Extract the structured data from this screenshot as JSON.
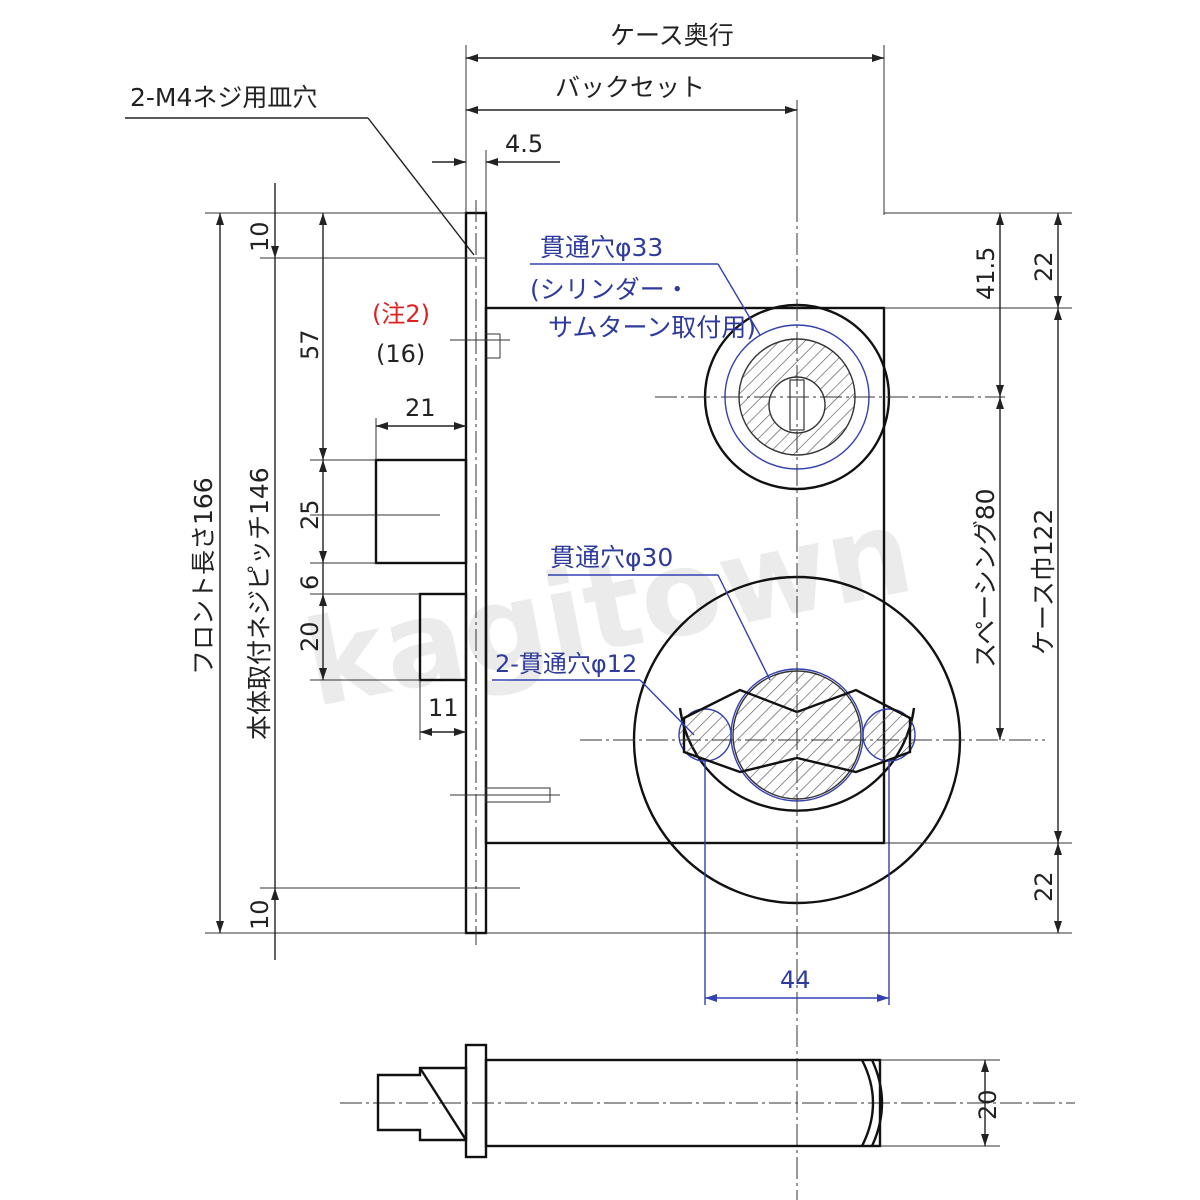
{
  "labels": {
    "case_depth": "ケース奥行",
    "backset": "バックセット",
    "screw_hole": "2-M4ネジ用皿穴",
    "dim_4_5": "4.5",
    "hole33_title": "貫通穴φ33",
    "hole33_sub1": "(シリンダー・",
    "hole33_sub2": "サムターン取付用)",
    "note2": "(注2)",
    "dim_16": "(16)",
    "dim_21": "21",
    "dim_10_top": "10",
    "dim_57": "57",
    "dim_25": "25",
    "dim_6": "6",
    "dim_20_left": "20",
    "dim_11": "11",
    "dim_10_bottom": "10",
    "front_length": "フロント長さ166",
    "screw_pitch": "本体取付ネジピッチ146",
    "hole30": "貫通穴φ30",
    "hole12": "2-貫通穴φ12",
    "dim_41_5": "41.5",
    "dim_22_top": "22",
    "spacing": "スペーシング80",
    "case_width": "ケース巾122",
    "dim_22_bottom": "22",
    "dim_44": "44",
    "dim_20_side": "20",
    "watermark": "kagitown"
  },
  "colors": {
    "line": "#222222",
    "blue_annotation": "#2f3b9c",
    "note_red": "#e02020",
    "hatch": "#555555"
  }
}
